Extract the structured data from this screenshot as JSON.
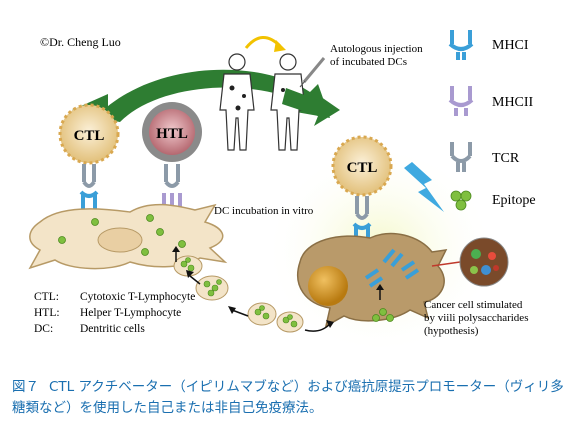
{
  "copyright": "©Dr. Cheng Luo",
  "cells": {
    "ctl_left": "CTL",
    "htl": "HTL",
    "ctl_right": "CTL"
  },
  "labels": {
    "injection_line1": "Autologous injection",
    "injection_line2": "of incubated DCs",
    "dc_incubation": "DC incubation in vitro",
    "cancer_line1": "Cancer cell stimulated",
    "cancer_line2": "by viili polysaccharides",
    "cancer_line3": "(hypothesis)"
  },
  "legend": [
    {
      "label": "MHCI",
      "icon": "mhci-icon",
      "color": "#3a9fd8"
    },
    {
      "label": "MHCII",
      "icon": "mhcii-icon",
      "color": "#a99ad0"
    },
    {
      "label": "TCR",
      "icon": "tcr-icon",
      "color": "#8c9aa8"
    },
    {
      "label": "Epitope",
      "icon": "epitope-icon",
      "color": "#7fbf3f"
    }
  ],
  "abbreviations": [
    {
      "abbr": "CTL:",
      "full": "Cytotoxic T-Lymphocyte"
    },
    {
      "abbr": "HTL:",
      "full": "Helper T-Lymphocyte"
    },
    {
      "abbr": "DC:",
      "full": "Dentritic cells"
    }
  ],
  "caption": {
    "number": "図７",
    "text": "CTL アクチベーター（イピリムマブなど）および癌抗原提示プロモーター（ヴィリ多糖類など）を使用した自己または非自己免疫療法。"
  },
  "colors": {
    "ctl_fill": "#e8c98a",
    "htl_fill": "#c27a82",
    "dc_fill": "#f3e4c8",
    "cancer_fill": "#b99a6a",
    "arrow_green": "#2e7d32",
    "lightning": "#3fa9e0",
    "caption": "#1a6fb0"
  }
}
